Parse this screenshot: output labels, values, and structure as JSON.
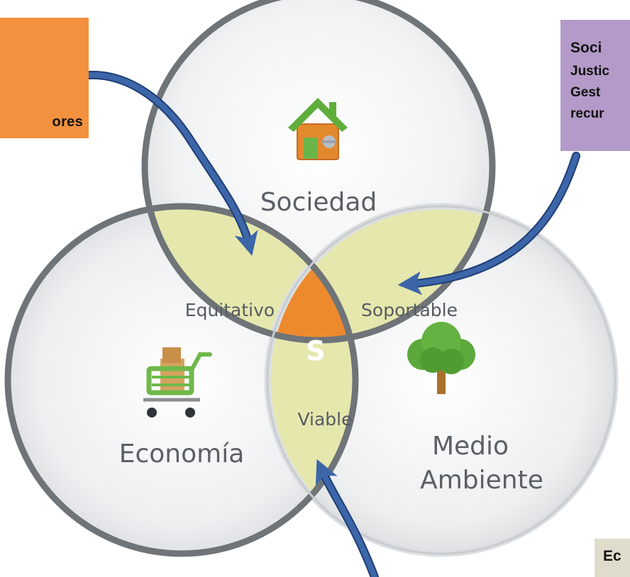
{
  "diagram": {
    "circles": {
      "top": {
        "label": "Sociedad",
        "icon": "house-icon"
      },
      "left": {
        "label": "Economía",
        "icon": "shopping-cart-icon"
      },
      "right": {
        "label_line1": "Medio",
        "label_line2": "Ambiente",
        "icon": "tree-icon"
      }
    },
    "intersections": {
      "society_economy": "Equitativo",
      "society_environment": "Soportable",
      "economy_environment": "Viable",
      "center": "S"
    }
  },
  "callouts": {
    "orange": {
      "visible_text": "ores"
    },
    "purple": {
      "lines": [
        "Soci",
        "Justic",
        "Gest",
        "recur"
      ]
    },
    "tan": {
      "visible_text": "Ec"
    }
  },
  "colors": {
    "orange_box": "#f3913f",
    "purple_box": "#b39ac8",
    "tan_box": "#e0dccb",
    "intersection_fill": "#e6e7ad",
    "center_fill": "#ee8a2e",
    "arrow": "#3c66a8",
    "circle_ring": "#6f7479"
  }
}
